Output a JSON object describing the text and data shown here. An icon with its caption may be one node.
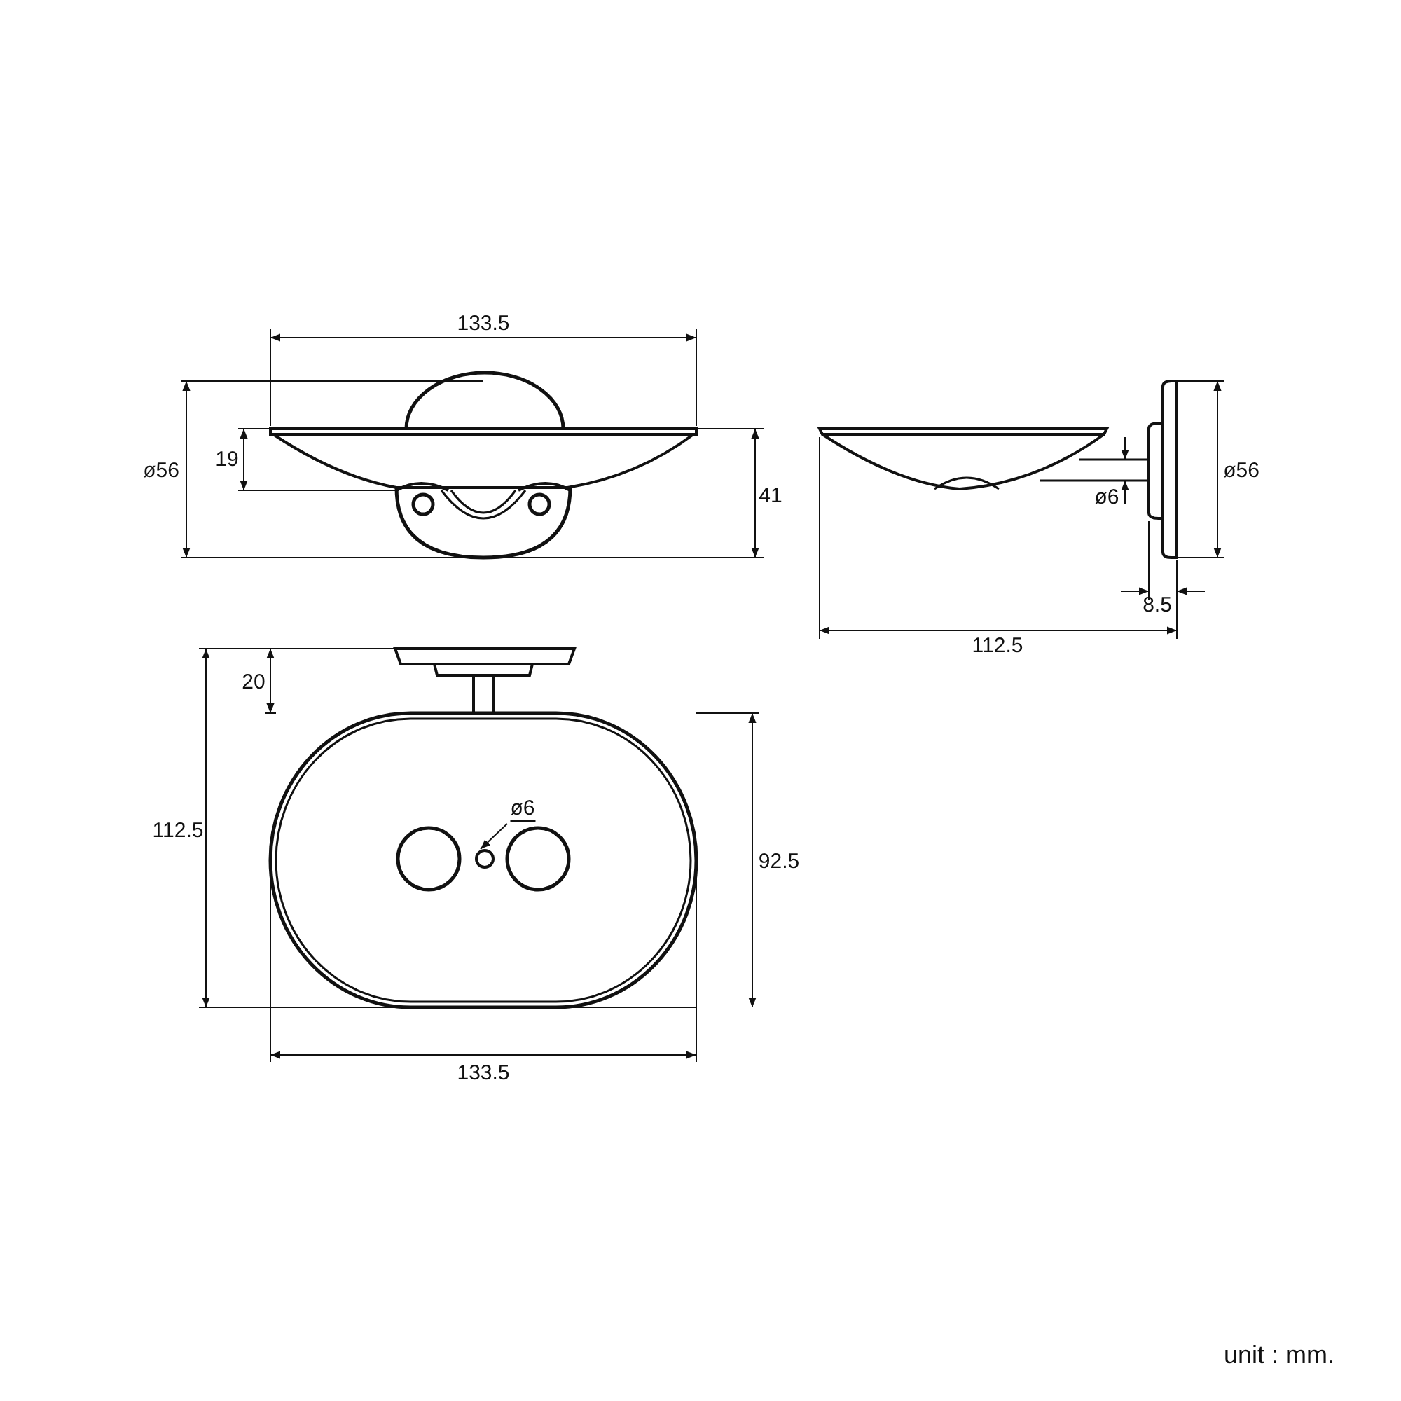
{
  "diagram": {
    "nodes": [
      {
        "text": [
          "ø6"
        ]
      },
      {
        "text": [],
        "shape": "circle"
      }
    ],
    "edges": [
      {
        "from": 0,
        "to": 1,
        "arrow": "to"
      }
    ],
    "labels": [
      "133.5",
      "ø56",
      "19",
      "41",
      "ø6",
      "ø56",
      "8.5",
      "112.5",
      "20",
      "112.5",
      "92.5",
      "133.5",
      "unit : mm."
    ]
  }
}
